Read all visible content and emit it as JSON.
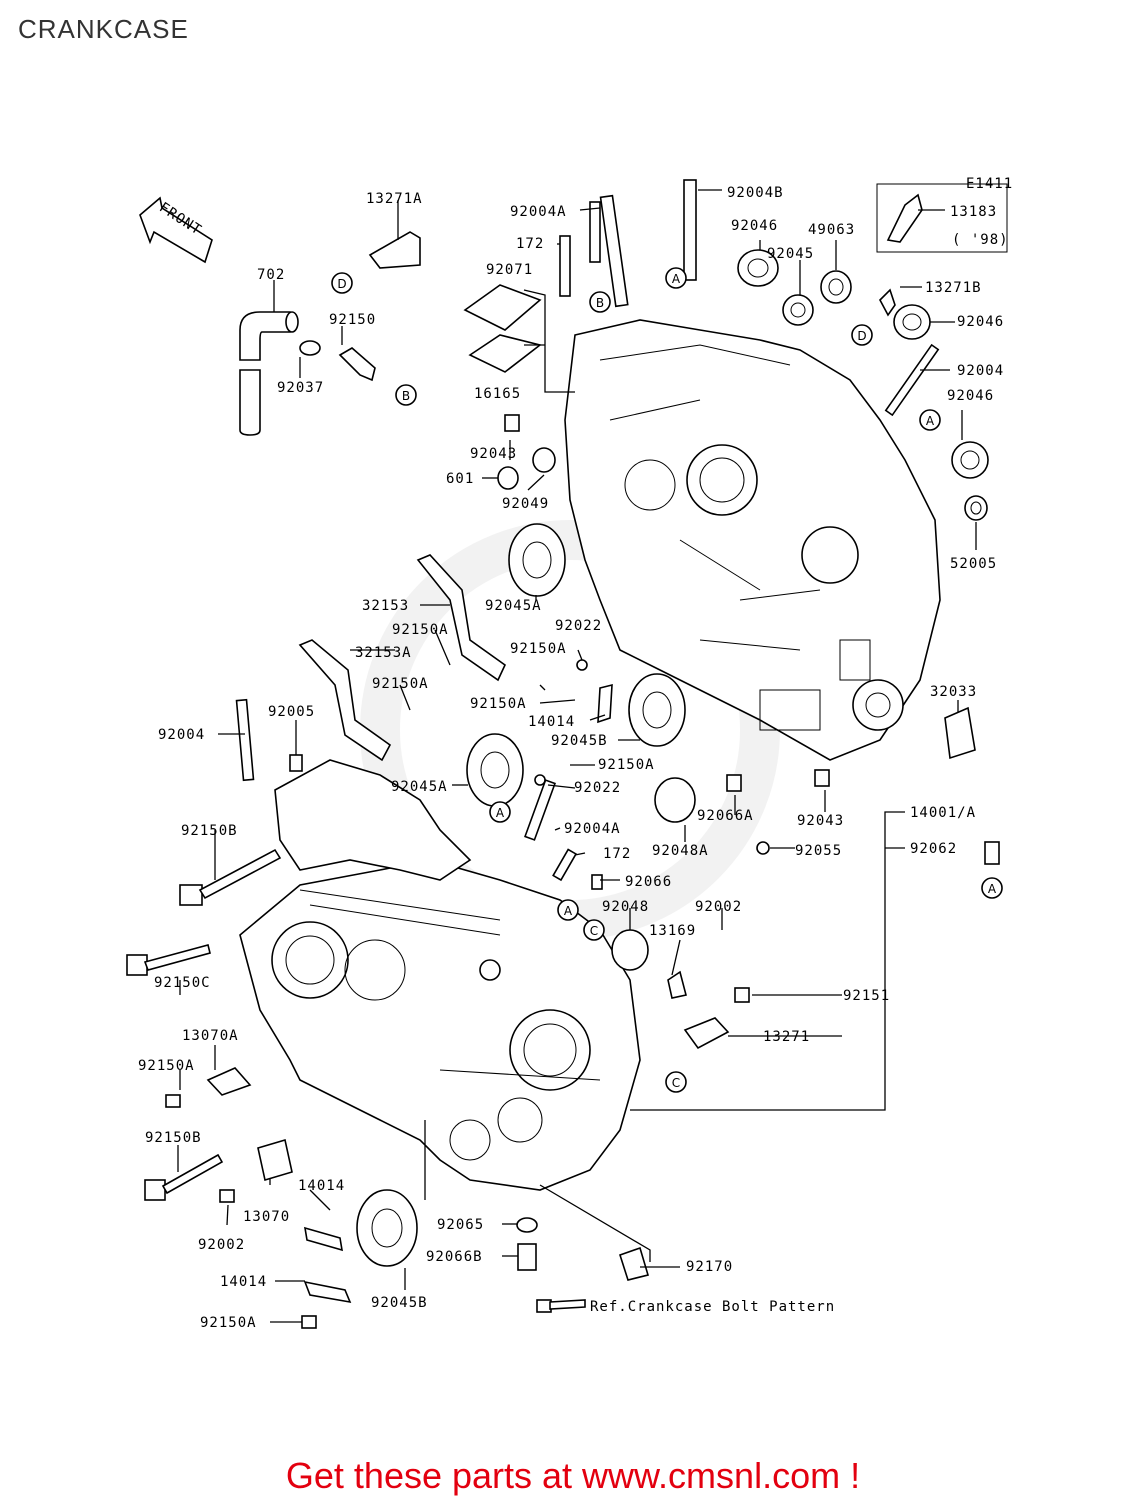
{
  "page": {
    "title": "CRANKCASE"
  },
  "diagram": {
    "code": "E1411",
    "front_label": "FRONT",
    "callouts": [
      "A",
      "B",
      "C",
      "D"
    ],
    "labels": {
      "p13271A": "13271A",
      "p702": "702",
      "p92150": "92150",
      "p92037": "92037",
      "p92004B": "92004B",
      "p92004A_top": "92004A",
      "p172_top": "172",
      "p92071": "92071",
      "p16165": "16165",
      "p92046_a": "92046",
      "p49063": "49063",
      "p92045": "92045",
      "p13183": "13183",
      "p98": "( '98)",
      "p13271B": "13271B",
      "p92046_b": "92046",
      "p92004": "92004",
      "p92046_c": "92046",
      "p52005": "52005",
      "p92043_a": "92043",
      "p601": "601",
      "p92049": "92049",
      "p92045A_a": "92045A",
      "p32153": "32153",
      "p92150A_a": "92150A",
      "p32153A": "32153A",
      "p92150A_b": "92150A",
      "p92022_a": "92022",
      "p92150A_c": "92150A",
      "p92150A_d": "92150A",
      "p14014_a": "14014",
      "p92045B_a": "92045B",
      "p32033": "32033",
      "p92004_left": "92004",
      "p92005": "92005",
      "p92045A_b": "92045A",
      "p92150A_e": "92150A",
      "p92022_b": "92022",
      "p92004A_mid": "92004A",
      "p172_mid": "172",
      "p92066": "92066",
      "p92066A": "92066A",
      "p92043_b": "92043",
      "p14001A": "14001/A",
      "p92048A": "92048A",
      "p92055": "92055",
      "p92062": "92062",
      "p92150B_a": "92150B",
      "p92048": "92048",
      "p92002_a": "92002",
      "p13169": "13169",
      "p92151": "92151",
      "p92150C": "92150C",
      "p13070A": "13070A",
      "p13271": "13271",
      "p92150A_f": "92150A",
      "p92150B_b": "92150B",
      "p14014_b": "14014",
      "p13070": "13070",
      "p92002_b": "92002",
      "p92065": "92065",
      "p92066B": "92066B",
      "p92170": "92170",
      "p14014_c": "14014",
      "p92045B_b": "92045B",
      "p92150A_g": "92150A",
      "ref_note": "Ref.Crankcase Bolt Pattern"
    }
  },
  "footer": {
    "text": "Get these parts at www.cmsnl.com !",
    "color": "#e3000f"
  }
}
